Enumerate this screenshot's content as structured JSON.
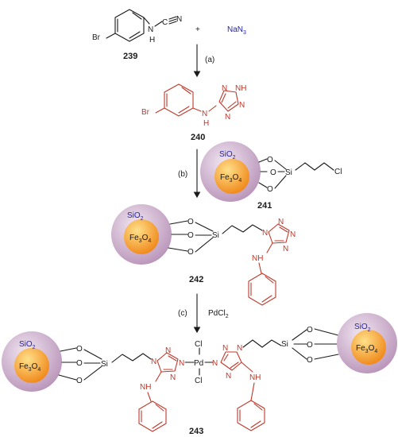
{
  "colors": {
    "bond": "#1a1a1a",
    "product": "#c0392b",
    "reagent": "#1f1fb4",
    "shell": "#c8a9c8",
    "core_light": "#ffe08a",
    "core_dark": "#f08a1c"
  },
  "reactant": {
    "substituent": "Br",
    "amine": "N",
    "amine_h": "H",
    "cyano_c": "C",
    "cyano_n": "N",
    "label": "239"
  },
  "plus_sign": "+",
  "reagent_azide": {
    "base": "NaN",
    "sub": "3"
  },
  "steps": {
    "a": "(a)",
    "b": "(b)",
    "c": "(c)"
  },
  "step_c_reagent": {
    "base": "PdCl",
    "sub": "2"
  },
  "tetrazole_product": {
    "substituent": "Br",
    "nh": "N",
    "nh_h": "H",
    "ring_nh": "N",
    "ring_h": "H",
    "ring_n": "N",
    "label": "240"
  },
  "particle": {
    "shell_base": "SiO",
    "shell_sub": "2",
    "core_fe": "Fe",
    "core_fe_sub": "3",
    "core_o": "O",
    "core_o_sub": "4"
  },
  "linker": {
    "oxygen": "O",
    "silicon": "Si",
    "chloride": "Cl"
  },
  "support_label": "241",
  "grafted": {
    "ring_n": "N",
    "nh": "NH",
    "label": "242"
  },
  "complex": {
    "metal": "Pd",
    "ligand": "Cl",
    "label": "243"
  }
}
